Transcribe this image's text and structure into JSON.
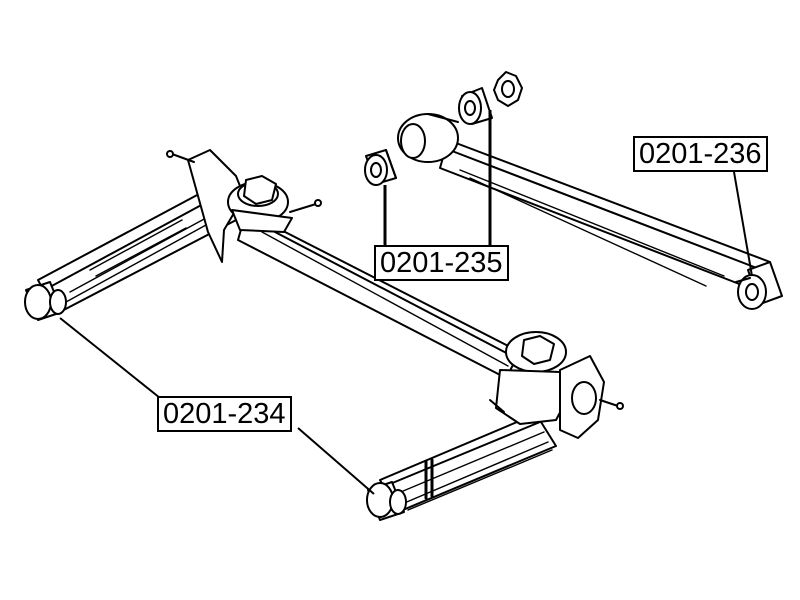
{
  "diagram": {
    "labels": {
      "part_236": "0201-236",
      "part_235": "0201-235",
      "part_234": "0201-234"
    },
    "colors": {
      "line": "#000000",
      "background": "#ffffff"
    }
  }
}
